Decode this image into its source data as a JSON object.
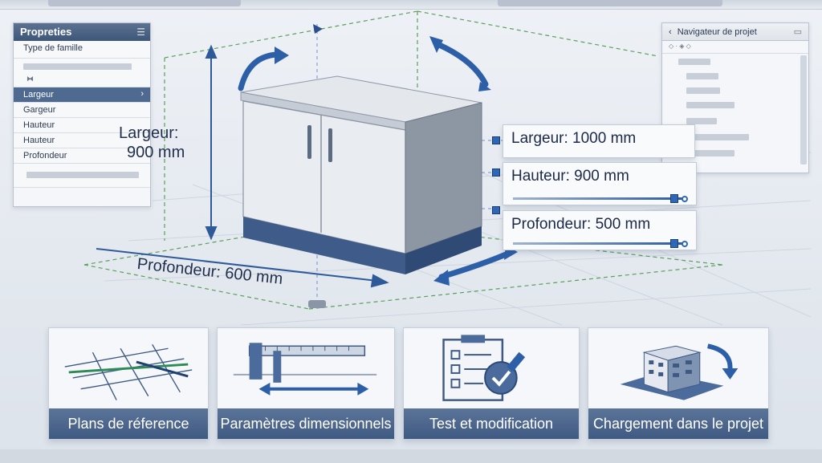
{
  "properties_panel": {
    "title": "Propreties",
    "type_label": "Type de famille",
    "rows": [
      {
        "label": "Largeur",
        "selected": true
      },
      {
        "label": "Gargeur",
        "selected": false
      },
      {
        "label": "Hauteur",
        "selected": false
      },
      {
        "label": "Hauteur",
        "selected": false
      },
      {
        "label": "Profondeur",
        "selected": false
      }
    ]
  },
  "navigator_panel": {
    "title": "Navigateur de projet"
  },
  "dimensions": {
    "largeur_label": "Largeur:",
    "largeur_value": "900 mm",
    "profondeur_text": "Profondeur:  600 mm"
  },
  "parameters": [
    {
      "text": "Largeur:  1000 mm",
      "has_slider": false
    },
    {
      "text": "Hauteur: 900 mm",
      "has_slider": true
    },
    {
      "text": "Profondeur: 500 mm",
      "has_slider": true
    }
  ],
  "cards": [
    {
      "caption": "Plans de réference",
      "icon": "reference-planes-icon"
    },
    {
      "caption": "Paramètres dimensionnels",
      "icon": "caliper-icon"
    },
    {
      "caption": "Test et modification",
      "icon": "checklist-icon"
    },
    {
      "caption": "Chargement dans le projet",
      "icon": "building-load-icon"
    }
  ],
  "colors": {
    "accent": "#2f67b8",
    "panel_header": "#4e6a91",
    "caption_bar": "#4d6890"
  }
}
